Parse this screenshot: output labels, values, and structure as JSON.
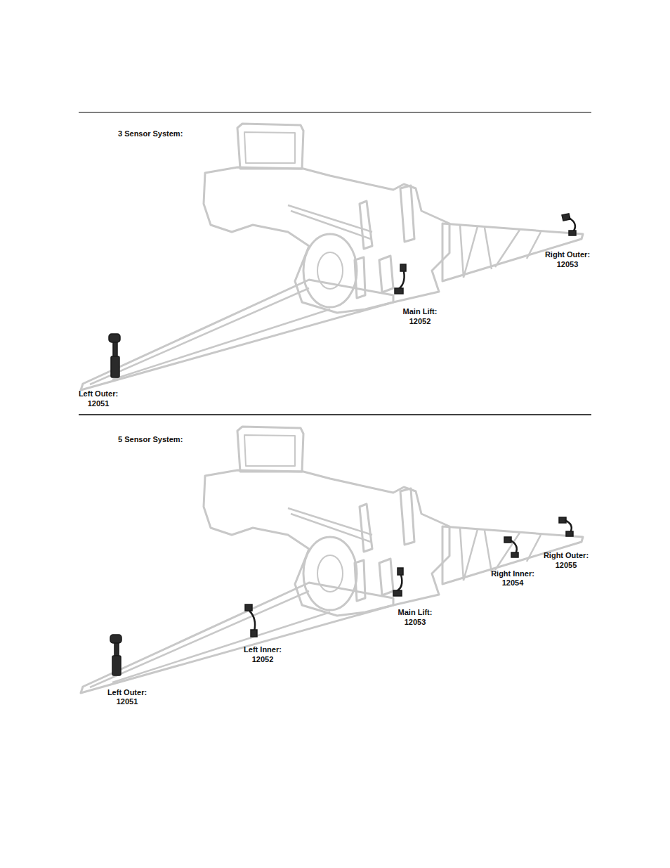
{
  "diagram": {
    "labels": [
      "3 Sensor System:",
      "Right Outer:",
      "12053",
      "Main Lift:",
      "12052",
      "Left Outer:",
      "12051",
      "5 Sensor System:",
      "Right Outer:",
      "12055",
      "Right Inner:",
      "12054",
      "Main Lift:",
      "12053",
      "Left Inner:",
      "12052",
      "Left Outer:",
      "12051"
    ]
  }
}
